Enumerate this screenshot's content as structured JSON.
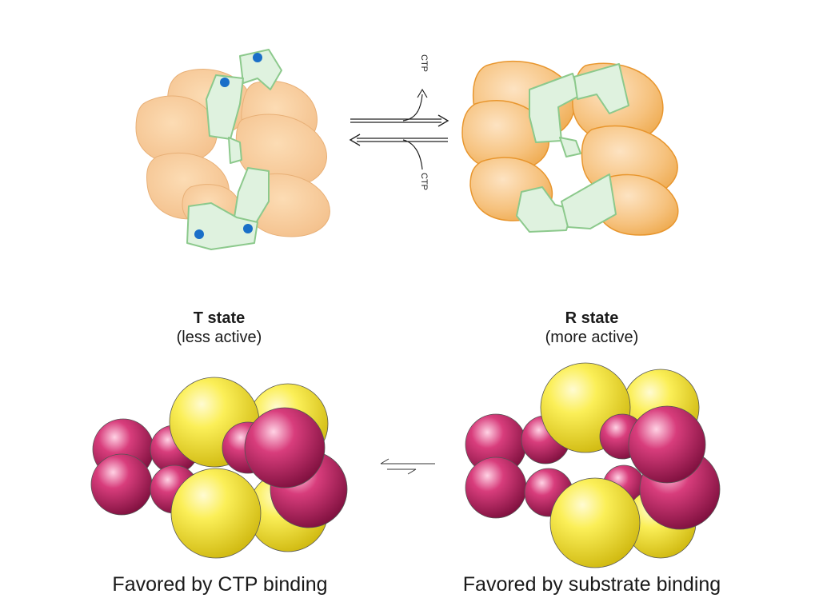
{
  "arrows": {
    "forward_product": "CTP",
    "reverse_reactant": "CTP"
  },
  "states": {
    "t": {
      "name": "T state",
      "activity": "(less active)",
      "caption": "Favored by CTP binding"
    },
    "r": {
      "name": "R state",
      "activity": "(more active)",
      "caption": "Favored by substrate binding"
    }
  },
  "colors": {
    "catalytic_light": "#f7c998",
    "catalytic_dark": "#f2a740",
    "regulatory": "#dff2df",
    "regulatory_stroke": "#8cc98c",
    "binding_site": "#1a6fc8",
    "catalytic_sphere": "#f6e32a",
    "regulatory_sphere": "#cf2e70"
  }
}
